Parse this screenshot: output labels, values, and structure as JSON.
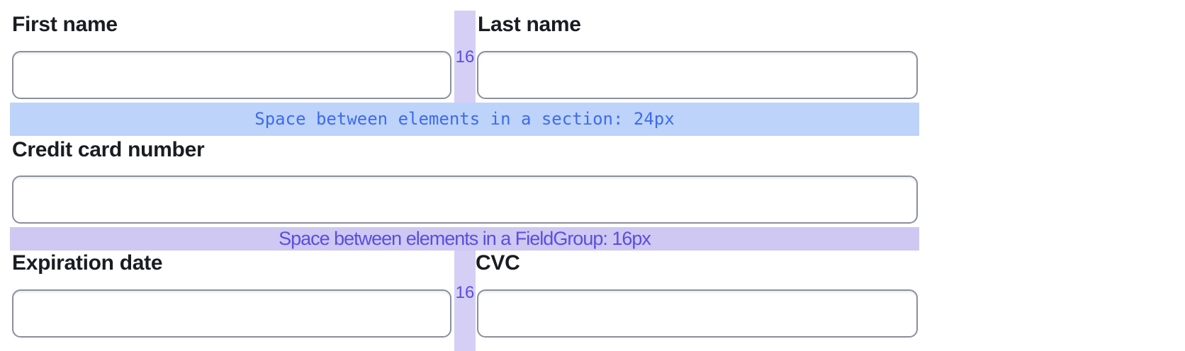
{
  "colors": {
    "page_bg": "#ffffff",
    "label_color": "#1a1c22",
    "input_border": "#8a8f99",
    "bar_bg": "#d5cff5",
    "gap_text": "#5a4ee0",
    "section_band_bg": "#bed3fa",
    "section_band_text": "#3c6cee",
    "fieldgroup_band_bg": "#cec8f2",
    "fieldgroup_band_text": "#5a4ee0"
  },
  "form": {
    "fields": {
      "first_name": {
        "label": "First name",
        "value": "",
        "placeholder": ""
      },
      "last_name": {
        "label": "Last name",
        "value": "",
        "placeholder": ""
      },
      "card_number": {
        "label": "Credit card number",
        "value": "",
        "placeholder": ""
      },
      "expiration": {
        "label": "Expiration date",
        "value": "",
        "placeholder": ""
      },
      "cvc": {
        "label": "CVC",
        "value": "",
        "placeholder": ""
      }
    }
  },
  "annotations": {
    "section_gap": {
      "label": "Space between elements in a section: 24px"
    },
    "fieldgroup_gap": {
      "label": "Space between elements in a FieldGroup: 16px"
    },
    "column_gap": {
      "value": "16"
    }
  }
}
